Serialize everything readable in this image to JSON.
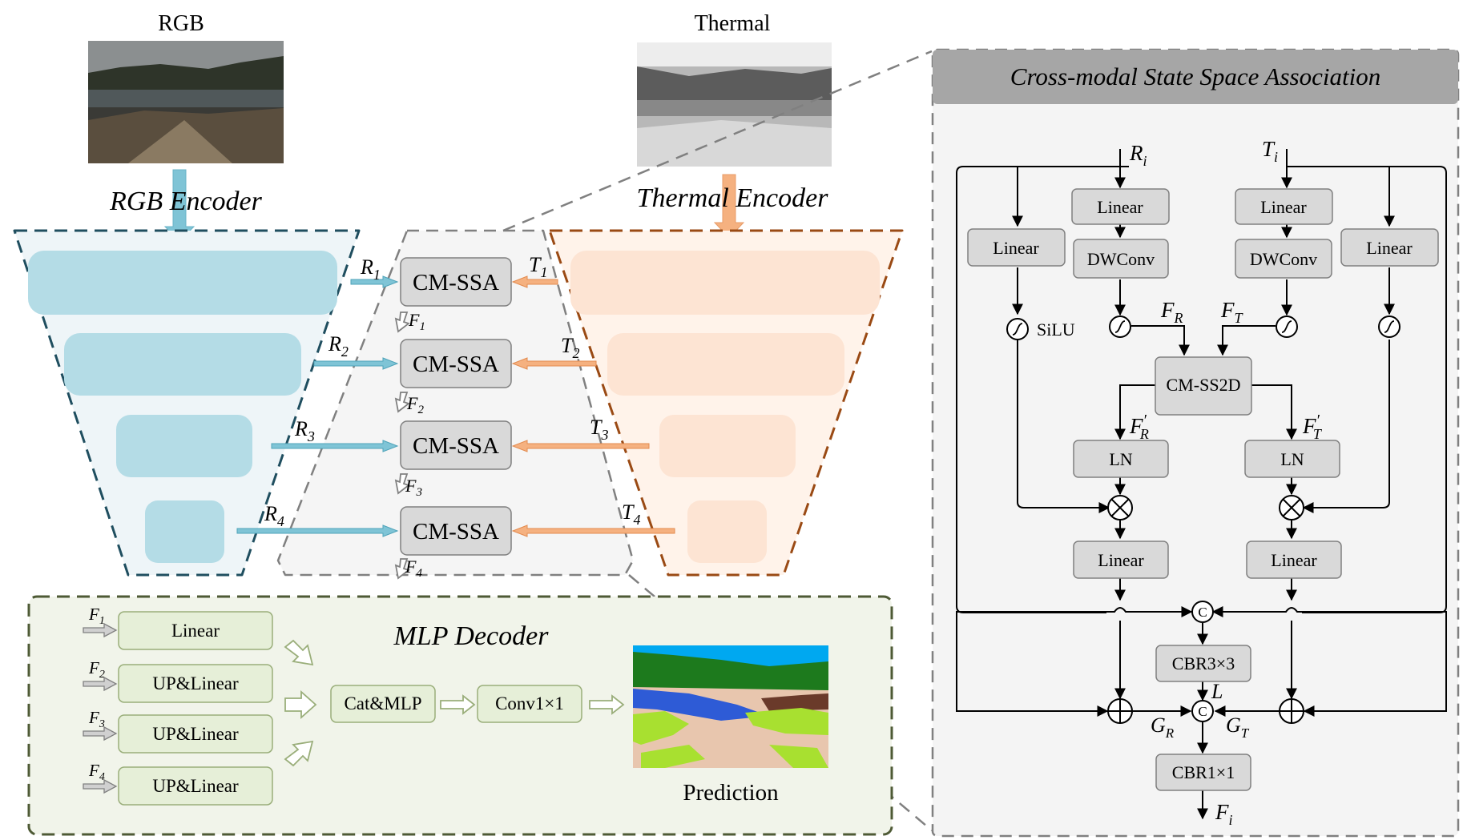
{
  "inputs": {
    "rgb_label": "RGB",
    "thermal_label": "Thermal",
    "prediction_label": "Prediction"
  },
  "encoders": {
    "rgb_title": "RGB Encoder",
    "thermal_title": "Thermal Encoder"
  },
  "fusion": {
    "block_label": "CM-SSA",
    "rgb_feature_prefix": "R",
    "thermal_feature_prefix": "T",
    "fused_feature_prefix": "F",
    "stages": [
      "1",
      "2",
      "3",
      "4"
    ]
  },
  "decoder": {
    "title": "MLP Decoder",
    "inputs": [
      "Linear",
      "UP&Linear",
      "UP&Linear",
      "UP&Linear"
    ],
    "cat_mlp": "Cat&MLP",
    "conv": "Conv1×1"
  },
  "detail": {
    "title": "Cross-modal State Space Association",
    "r_in": "R",
    "t_in": "T",
    "sub_i": "i",
    "linear": "Linear",
    "dwconv": "DWConv",
    "silu": "SiLU",
    "cm_ss2d": "CM-SS2D",
    "ln": "LN",
    "f_r": "F",
    "f_t": "F",
    "sub_r": "R",
    "sub_t": "T",
    "prime": "′",
    "cbr3": "CBR3×3",
    "cbr1": "CBR1×1",
    "concat": "C",
    "l": "L",
    "g": "G",
    "f_out": "F"
  },
  "colors": {
    "rgb_fill": "#eef5f8",
    "rgb_block": "#b4dce6",
    "rgb_border": "#1f4e5f",
    "thermal_fill": "#fff3ea",
    "thermal_block": "#fde4d3",
    "thermal_border": "#9a4a14",
    "rgb_arrow": "#7fc4d6",
    "thermal_arrow": "#f5b180",
    "decoder_fill": "#f1f4ea",
    "decoder_border": "#4e5a35",
    "decoder_block": "#e6efd8",
    "gray_block": "#d9d9d9",
    "header_gray": "#a6a6a6",
    "panel_fill": "#f4f4f4"
  }
}
